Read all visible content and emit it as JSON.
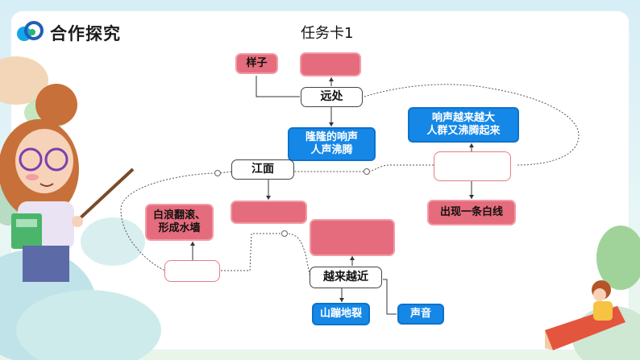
{
  "header": {
    "title": "合作探究",
    "task_card": "任务卡1"
  },
  "nodes": {
    "yangzi": "样子",
    "yuanchu": "远处",
    "longlong": "隆隆的响声\n人声沸腾",
    "xiangsheng": "响声越来越大\n人群又沸腾起来",
    "jiangmian": "江面",
    "bailang": "白浪翻滚、\n形成水墙",
    "chuxian": "出现一条白线",
    "yuelai": "越来越近",
    "shanbeng": "山蹦地裂",
    "shengyin": "声音"
  },
  "colors": {
    "pink_box": "#e56c7c",
    "blue_box": "#1587e6",
    "card_bg": "#ffffff"
  }
}
